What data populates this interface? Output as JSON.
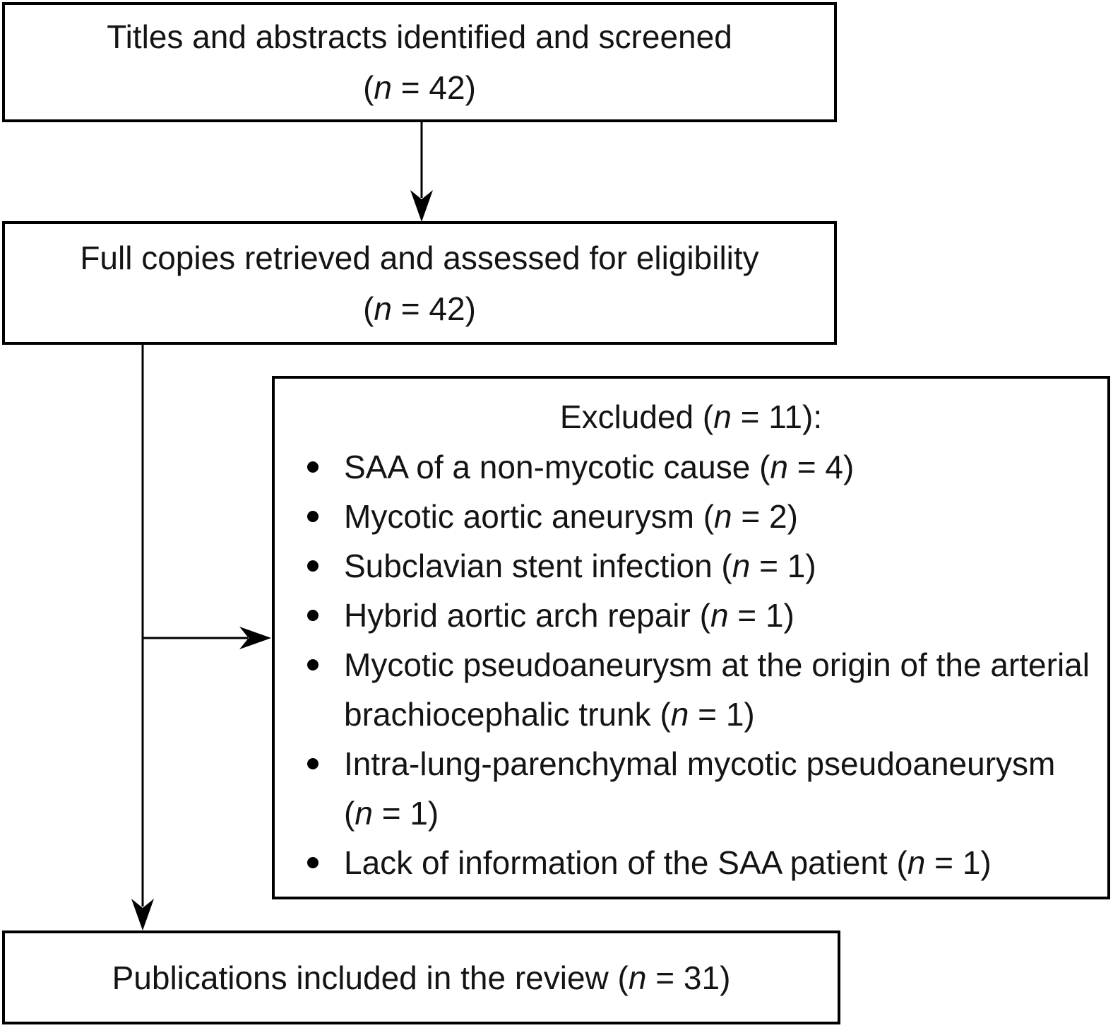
{
  "figure": {
    "kind": "study-selection-flow-diagram",
    "colors": {
      "background": "#ffffff",
      "line": "#000000",
      "text": "#141414"
    }
  },
  "boxes": {
    "screened": {
      "line1": "Titles and abstracts identified and screened",
      "line2": "(*n* = 42)"
    },
    "eligibility": {
      "line1": "Full copies retrieved and assessed for eligibility",
      "line2": "(*n* = 42)"
    },
    "excluded": {
      "title": "Excluded (*n* = 11):",
      "items": [
        "SAA of a non-mycotic cause (*n* = 4)",
        "Mycotic aortic aneurysm (*n* = 2)",
        "Subclavian stent infection (*n* = 1)",
        "Hybrid aortic arch repair (*n* = 1)",
        "Mycotic pseudoaneurysm at the origin of the arterial brachiocephalic trunk (*n* = 1)",
        "Intra-lung-parenchymal mycotic pseudoaneu­rysm (*n* = 1)",
        "Lack of information of the SAA patient (*n* = 1)"
      ]
    },
    "included": {
      "line1": "Publications included in the review (*n* = 31)"
    }
  }
}
